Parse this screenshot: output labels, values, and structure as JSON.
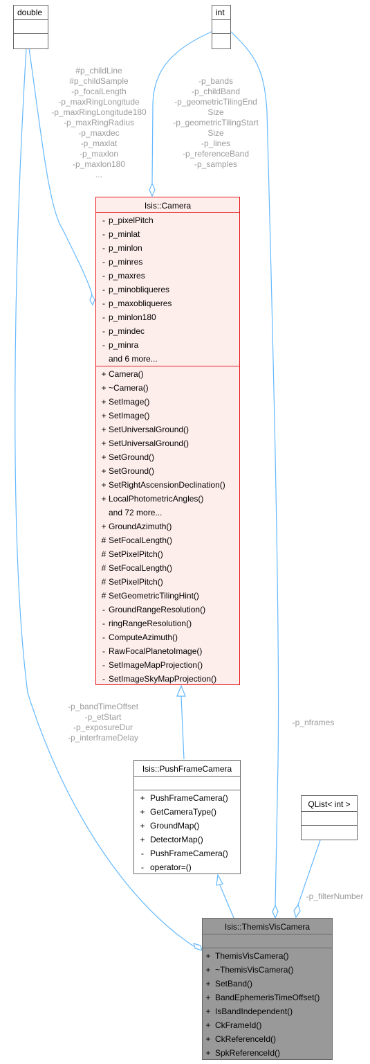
{
  "classes": {
    "double": {
      "name": "double"
    },
    "int": {
      "name": "int"
    },
    "camera": {
      "name": "Isis::Camera",
      "attributes": [
        {
          "vis": "-",
          "name": "p_pixelPitch"
        },
        {
          "vis": "-",
          "name": "p_minlat"
        },
        {
          "vis": "-",
          "name": "p_minlon"
        },
        {
          "vis": "-",
          "name": "p_minres"
        },
        {
          "vis": "-",
          "name": "p_maxres"
        },
        {
          "vis": "-",
          "name": "p_minobliqueres"
        },
        {
          "vis": "-",
          "name": "p_maxobliqueres"
        },
        {
          "vis": "-",
          "name": "p_minlon180"
        },
        {
          "vis": "-",
          "name": "p_mindec"
        },
        {
          "vis": "-",
          "name": "p_minra"
        },
        {
          "vis": "",
          "name": "and 6 more..."
        }
      ],
      "methods": [
        {
          "vis": "+",
          "name": "Camera()"
        },
        {
          "vis": "+",
          "name": "~Camera()"
        },
        {
          "vis": "+",
          "name": "SetImage()"
        },
        {
          "vis": "+",
          "name": "SetImage()"
        },
        {
          "vis": "+",
          "name": "SetUniversalGround()"
        },
        {
          "vis": "+",
          "name": "SetUniversalGround()"
        },
        {
          "vis": "+",
          "name": "SetGround()"
        },
        {
          "vis": "+",
          "name": "SetGround()"
        },
        {
          "vis": "+",
          "name": "SetRightAscensionDeclination()"
        },
        {
          "vis": "+",
          "name": "LocalPhotometricAngles()"
        },
        {
          "vis": "",
          "name": "and 72 more..."
        },
        {
          "vis": "+",
          "name": "GroundAzimuth()"
        },
        {
          "vis": "#",
          "name": "SetFocalLength()"
        },
        {
          "vis": "#",
          "name": "SetPixelPitch()"
        },
        {
          "vis": "#",
          "name": "SetFocalLength()"
        },
        {
          "vis": "#",
          "name": "SetPixelPitch()"
        },
        {
          "vis": "#",
          "name": "SetGeometricTilingHint()"
        },
        {
          "vis": "-",
          "name": "GroundRangeResolution()"
        },
        {
          "vis": "-",
          "name": "ringRangeResolution()"
        },
        {
          "vis": "-",
          "name": "ComputeAzimuth()"
        },
        {
          "vis": "-",
          "name": "RawFocalPlanetoImage()"
        },
        {
          "vis": "-",
          "name": "SetImageMapProjection()"
        },
        {
          "vis": "-",
          "name": "SetImageSkyMapProjection()"
        }
      ]
    },
    "pushframe": {
      "name": "Isis::PushFrameCamera",
      "methods": [
        {
          "vis": "+",
          "name": "PushFrameCamera()"
        },
        {
          "vis": "+",
          "name": "GetCameraType()"
        },
        {
          "vis": "+",
          "name": "GroundMap()"
        },
        {
          "vis": "+",
          "name": "DetectorMap()"
        },
        {
          "vis": "-",
          "name": "PushFrameCamera()"
        },
        {
          "vis": "-",
          "name": "operator=()"
        }
      ]
    },
    "qlist": {
      "name": "QList< int >"
    },
    "themis": {
      "name": "Isis::ThemisVisCamera",
      "methods": [
        {
          "vis": "+",
          "name": "ThemisVisCamera()"
        },
        {
          "vis": "+",
          "name": "~ThemisVisCamera()"
        },
        {
          "vis": "+",
          "name": "SetBand()"
        },
        {
          "vis": "+",
          "name": "BandEphemerisTimeOffset()"
        },
        {
          "vis": "+",
          "name": "IsBandIndependent()"
        },
        {
          "vis": "+",
          "name": "CkFrameId()"
        },
        {
          "vis": "+",
          "name": "CkReferenceId()"
        },
        {
          "vis": "+",
          "name": "SpkReferenceId()"
        }
      ]
    }
  },
  "edge_labels": {
    "double_camera": [
      "#p_childLine",
      "#p_childSample",
      "-p_focalLength",
      "-p_maxRingLongitude",
      "-p_maxRingLongitude180",
      "-p_maxRingRadius",
      "-p_maxdec",
      "-p_maxlat",
      "-p_maxlon",
      "-p_maxlon180",
      "..."
    ],
    "int_camera": [
      "-p_bands",
      "-p_childBand",
      "-p_geometricTilingEnd",
      "Size",
      "-p_geometricTilingStart",
      "Size",
      "-p_lines",
      "-p_referenceBand",
      "-p_samples"
    ],
    "double_themis": [
      "-p_bandTimeOffset",
      "-p_etStart",
      "-p_exposureDur",
      "-p_interframeDelay"
    ],
    "int_themis": [
      "-p_nframes"
    ],
    "qlist_themis": [
      "-p_filterNumber"
    ]
  },
  "colors": {
    "edge": "#63b8ff",
    "camera_border": "#e31a1c",
    "camera_fill": "#fdeeec",
    "themis_fill": "#999999",
    "label_text": "#9a9a9a"
  }
}
